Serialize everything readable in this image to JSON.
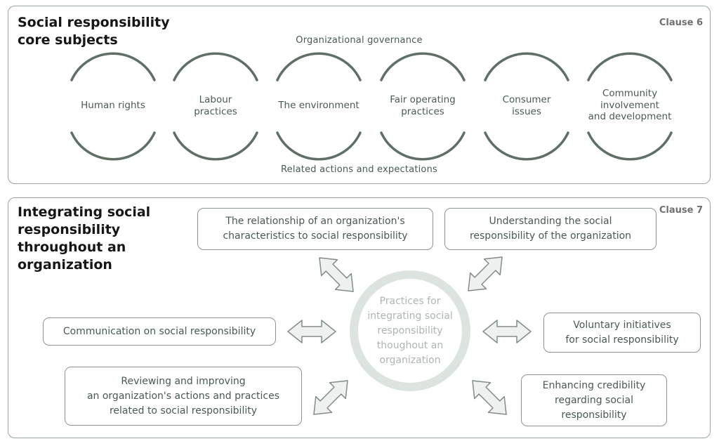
{
  "clause6": {
    "title": "Social responsibility\ncore subjects",
    "clause": "Clause 6",
    "top_label": "Organizational governance",
    "bottom_label": "Related actions and expectations",
    "subjects": [
      "Human rights",
      "Labour\npractices",
      "The environment",
      "Fair operating\npractices",
      "Consumer\nissues",
      "Community\ninvolvement\nand development"
    ]
  },
  "clause7": {
    "title": "Integrating social\nresponsibility\nthroughout an\norganization",
    "clause": "Clause 7",
    "center": "Practices for\nintegrating social\nresponsibility\nthoughout an\norganization",
    "boxes": [
      "The relationship of an organization's\ncharacteristics to social responsibility",
      "Understanding the social\nresponsibility of the organization",
      "Communication on social responsibility",
      "Voluntary initiatives\nfor social responsibility",
      "Reviewing and improving\nan organization's actions and practices\nrelated to social responsibility",
      "Enhancing credibility\nregarding social\nresponsibility"
    ]
  },
  "colors": {
    "arc_stroke": "#5f6f66",
    "arrow_fill": "#eef1ef",
    "arrow_stroke": "#848c88",
    "hub_ring": "#dde3df"
  }
}
